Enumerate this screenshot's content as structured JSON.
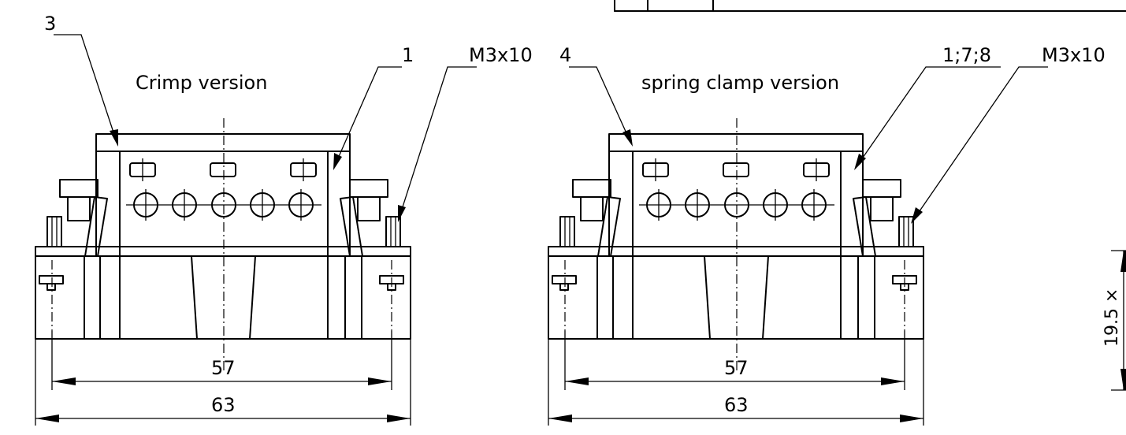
{
  "callouts": {
    "left_part": "3",
    "left_insert": "1",
    "left_screw": "M3x10",
    "right_part": "4",
    "right_insert": "1;7;8",
    "right_screw": "M3x10"
  },
  "views": {
    "left_title": "Crimp version",
    "right_title": "spring clamp version"
  },
  "dimensions": {
    "left_inner": "57",
    "left_outer": "63",
    "right_inner": "57",
    "right_outer": "63",
    "side_height": "19.5 ×"
  }
}
